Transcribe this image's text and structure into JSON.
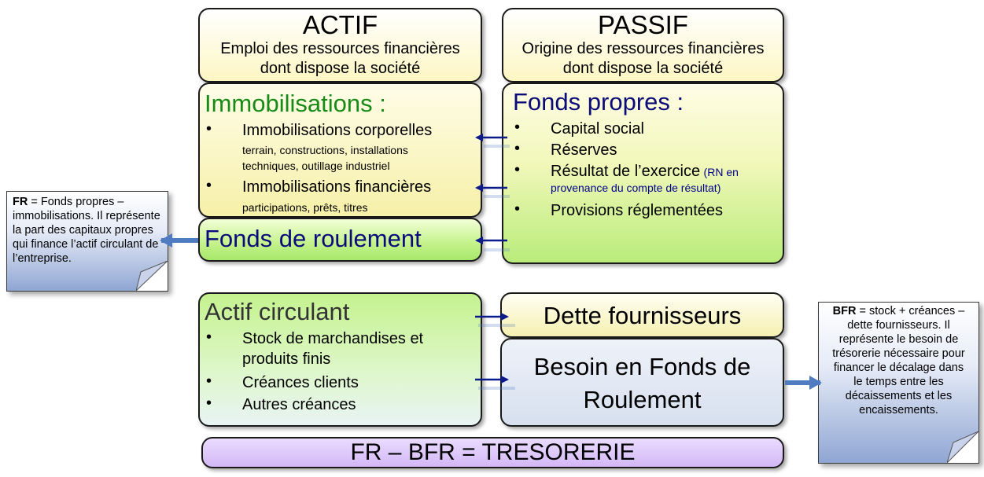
{
  "actif_header": {
    "title": "ACTIF",
    "subtitle": "Emploi des ressources financières dont dispose la société"
  },
  "passif_header": {
    "title": "PASSIF",
    "subtitle": "Origine des ressources financières dont dispose la société"
  },
  "immobilisations": {
    "title": "Immobilisations :",
    "items": [
      {
        "label": "Immobilisations corporelles",
        "detail": "terrain, constructions, installations techniques, outillage industriel"
      },
      {
        "label": "Immobilisations financières",
        "detail": "participations, prêts, titres"
      }
    ]
  },
  "fonds_propres": {
    "title": "Fonds propres :",
    "items": [
      {
        "label": "Capital social"
      },
      {
        "label": "Réserves"
      },
      {
        "label": "Résultat de l’exercice",
        "detail": "(RN en provenance du compte de résultat)"
      },
      {
        "label": "Provisions réglementées"
      }
    ]
  },
  "fonds_de_roulement": {
    "title": "Fonds de roulement"
  },
  "fr_note": {
    "bold": "FR",
    "text": " = Fonds propres – immobilisations. Il représente la part des capitaux propres qui finance l’actif circulant de l’entreprise."
  },
  "actif_circulant": {
    "title": "Actif circulant",
    "items": [
      {
        "label": "Stock de marchandises et produits finis"
      },
      {
        "label": "Créances clients"
      },
      {
        "label": "Autres créances"
      }
    ]
  },
  "dette_fournisseurs": {
    "title": "Dette fournisseurs"
  },
  "bfr_box": {
    "title": "Besoin en Fonds de Roulement"
  },
  "bfr_note": {
    "bold": "BFR",
    "text": " = stock + créances – dette fournisseurs. Il représente le besoin de trésorerie nécessaire pour financer le décalage dans le temps entre les décaissements et les encaissements."
  },
  "tresorerie": {
    "formula": "FR – BFR = TRESORERIE"
  },
  "colors": {
    "green_title": "#178a17",
    "navy_title": "#0b0b7a",
    "arrow_navy": "#0c1a8c",
    "arrow_blue": "#4f7cc0",
    "dark_text": "#333333"
  }
}
